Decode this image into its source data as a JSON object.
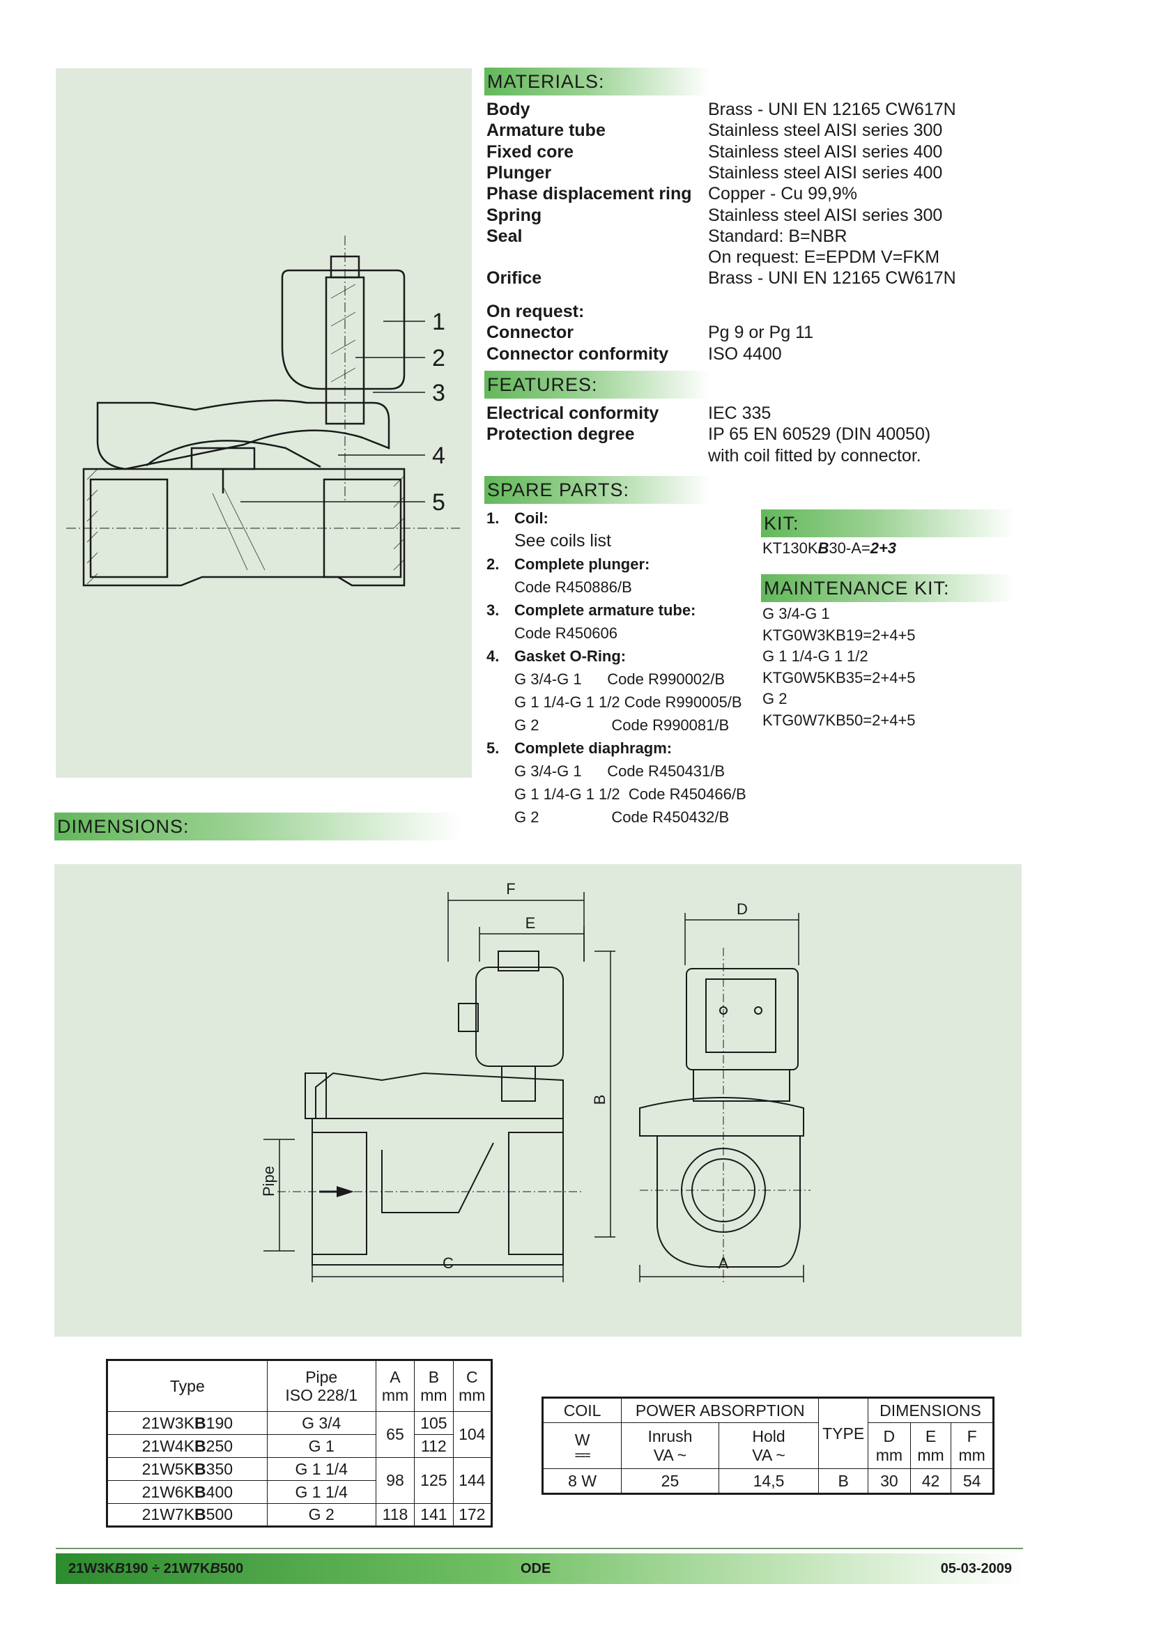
{
  "materials": {
    "title": "MATERIALS:",
    "rows": [
      {
        "k": "Body",
        "v": "Brass - UNI EN 12165 CW617N"
      },
      {
        "k": "Armature tube",
        "v": "Stainless steel AISI series 300"
      },
      {
        "k": "Fixed core",
        "v": "Stainless steel AISI series 400"
      },
      {
        "k": "Plunger",
        "v": "Stainless steel AISI series 400"
      },
      {
        "k": "Phase displacement ring",
        "v": "Copper - Cu 99,9%"
      },
      {
        "k": "Spring",
        "v": "Stainless steel AISI series 300"
      },
      {
        "k": "Seal",
        "v": "Standard:    B=NBR"
      },
      {
        "k": "",
        "v": "On request: E=EPDM   V=FKM"
      },
      {
        "k": "Orifice",
        "v": "Brass - UNI EN 12165 CW617N"
      }
    ],
    "on_request": [
      {
        "k": "On request:",
        "v": ""
      },
      {
        "k": "Connector",
        "v": "Pg 9 or Pg 11"
      },
      {
        "k": "Connector conformity",
        "v": "ISO 4400"
      }
    ]
  },
  "features": {
    "title": "FEATURES:",
    "rows": [
      {
        "k": "Electrical conformity",
        "v": "IEC 335"
      },
      {
        "k": "Protection degree",
        "v": "IP 65 EN 60529 (DIN 40050)"
      },
      {
        "k": "",
        "v": "with coil fitted by connector."
      }
    ]
  },
  "spare_parts": {
    "title": "SPARE PARTS:",
    "items": [
      {
        "n": "1.",
        "t": "Coil:"
      },
      {
        "n": "",
        "t": "See coils list"
      },
      {
        "n": "2.",
        "t": "Complete plunger:"
      },
      {
        "n": "",
        "t": "Code R450886/B"
      },
      {
        "n": "3.",
        "t": "Complete armature tube:"
      },
      {
        "n": "",
        "t": "Code R450606"
      },
      {
        "n": "4.",
        "t": "Gasket O-Ring:"
      },
      {
        "n": "",
        "t": "G 3/4-G 1      Code R990002/B"
      },
      {
        "n": "",
        "t": "G 1 1/4-G 1 1/2 Code R990005/B"
      },
      {
        "n": "",
        "t": "G 2                 Code R990081/B"
      },
      {
        "n": "5.",
        "t": "Complete diaphragm:"
      },
      {
        "n": "",
        "t": "G 3/4-G 1      Code R450431/B"
      },
      {
        "n": "",
        "t": "G 1 1/4-G 1 1/2  Code R450466/B"
      },
      {
        "n": "",
        "t": "G 2                 Code R450432/B"
      }
    ]
  },
  "kit": {
    "title": "KIT:",
    "code": "KT130KB30-A=2+3"
  },
  "maintenance_kit": {
    "title": "MAINTENANCE KIT:",
    "lines": [
      "G 3/4-G 1",
      "KTG0W3KB19=2+4+5",
      "G 1 1/4-G 1 1/2",
      "KTG0W5KB35=2+4+5",
      "G 2",
      "KTG0W7KB50=2+4+5"
    ]
  },
  "section_view": {
    "callouts": [
      "1",
      "2",
      "3",
      "4",
      "5"
    ]
  },
  "dimensions": {
    "title": "DIMENSIONS:",
    "drawing_labels": {
      "F": "F",
      "E": "E",
      "D": "D",
      "B": "B",
      "C": "C",
      "A": "A",
      "pipe": "Pipe"
    }
  },
  "dim_table": {
    "headers": [
      "Type",
      "Pipe\nISO 228/1",
      "A\nmm",
      "B\nmm",
      "C\nmm"
    ],
    "rows": [
      {
        "type": "21W3KB190",
        "pipe": "G 3/4",
        "a": "65",
        "b": "105",
        "c": "104"
      },
      {
        "type": "21W4KB250",
        "pipe": "G 1",
        "a": "",
        "b": "112",
        "c": ""
      },
      {
        "type": "21W5KB350",
        "pipe": "G 1 1/4",
        "a": "98",
        "b": "125",
        "c": "144"
      },
      {
        "type": "21W6KB400",
        "pipe": "G 1 1/4",
        "a": "",
        "b": "",
        "c": ""
      },
      {
        "type": "21W7KB500",
        "pipe": "G 2",
        "a": "118",
        "b": "141",
        "c": "172"
      }
    ]
  },
  "coil_table": {
    "h_coil": "COIL",
    "h_power": "POWER ABSORPTION",
    "h_type": "TYPE",
    "h_dims": "DIMENSIONS",
    "w": "W",
    "w_sym": "===",
    "inrush": "Inrush",
    "hold": "Hold",
    "va": "VA ~",
    "d": "D",
    "e": "E",
    "f": "F",
    "mm": "mm",
    "row": {
      "w": "8 W",
      "inrush": "25",
      "hold": "14,5",
      "type": "B",
      "d": "30",
      "e": "42",
      "f": "54"
    }
  },
  "footer": {
    "range": "21W3KB190 ÷ 21W7KB500",
    "brand": "ODE",
    "date": "05-03-2009"
  }
}
